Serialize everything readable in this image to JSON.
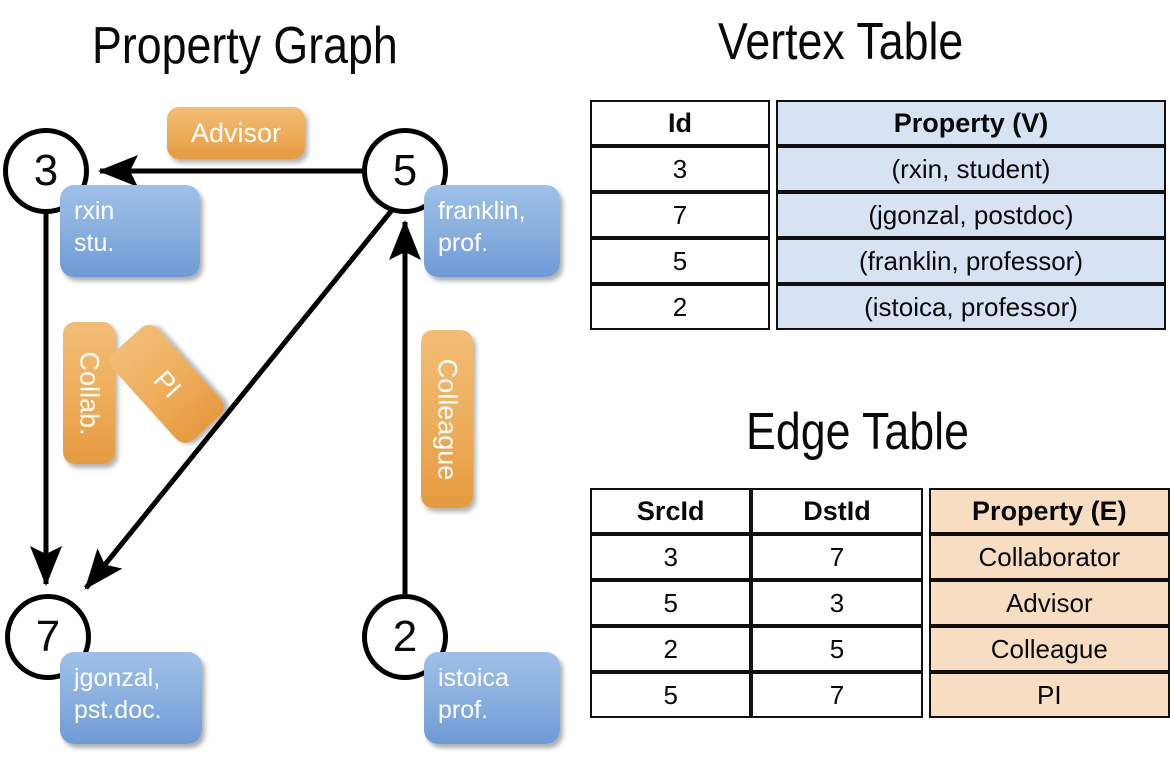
{
  "titles": {
    "property_graph": "Property Graph",
    "vertex_table": "Vertex Table",
    "edge_table": "Edge Table"
  },
  "graph": {
    "nodes": [
      {
        "id": "3",
        "name": "node-3",
        "property_lines": [
          "rxin",
          "stu."
        ]
      },
      {
        "id": "5",
        "name": "node-5",
        "property_lines": [
          "franklin,",
          "prof."
        ]
      },
      {
        "id": "7",
        "name": "node-7",
        "property_lines": [
          "jgonzal,",
          "pst.doc."
        ]
      },
      {
        "id": "2",
        "name": "node-2",
        "property_lines": [
          "istoica",
          "prof."
        ]
      }
    ],
    "node_labels": {
      "n3": "3",
      "n5": "5",
      "n7": "7",
      "n2": "2"
    },
    "property_boxes": {
      "rxin_l1": "rxin",
      "rxin_l2": "stu.",
      "franklin_l1": "franklin,",
      "franklin_l2": "prof.",
      "jgonzal_l1": "jgonzal,",
      "jgonzal_l2": "pst.doc.",
      "istoica_l1": "istoica",
      "istoica_l2": "prof."
    },
    "edge_labels": {
      "advisor": "Advisor",
      "collab": "Collab.",
      "pi": "PI",
      "colleague": "Colleague"
    },
    "edges": [
      {
        "from": "5",
        "to": "3",
        "label": "Advisor"
      },
      {
        "from": "3",
        "to": "7",
        "label": "Collab."
      },
      {
        "from": "5",
        "to": "7",
        "label": "PI"
      },
      {
        "from": "2",
        "to": "5",
        "label": "Colleague"
      }
    ]
  },
  "vertex_table": {
    "headers": {
      "id": "Id",
      "property": "Property (V)"
    },
    "rows": [
      {
        "id": "3",
        "property": "(rxin, student)"
      },
      {
        "id": "7",
        "property": "(jgonzal, postdoc)"
      },
      {
        "id": "5",
        "property": "(franklin, professor)"
      },
      {
        "id": "2",
        "property": "(istoica, professor)"
      }
    ]
  },
  "edge_table": {
    "headers": {
      "src": "SrcId",
      "dst": "DstId",
      "property": "Property (E)"
    },
    "rows": [
      {
        "src": "3",
        "dst": "7",
        "property": "Collaborator"
      },
      {
        "src": "5",
        "dst": "3",
        "property": "Advisor"
      },
      {
        "src": "2",
        "dst": "5",
        "property": "Colleague"
      },
      {
        "src": "5",
        "dst": "7",
        "property": "PI"
      }
    ]
  },
  "colors": {
    "vertex_property_fill": "#d7e2f3",
    "edge_property_fill": "#f7ddc2",
    "node_box_blue": "#8cb1e0",
    "edge_label_orange": "#eeae5c",
    "stroke": "#101010",
    "background": "#ffffff"
  }
}
